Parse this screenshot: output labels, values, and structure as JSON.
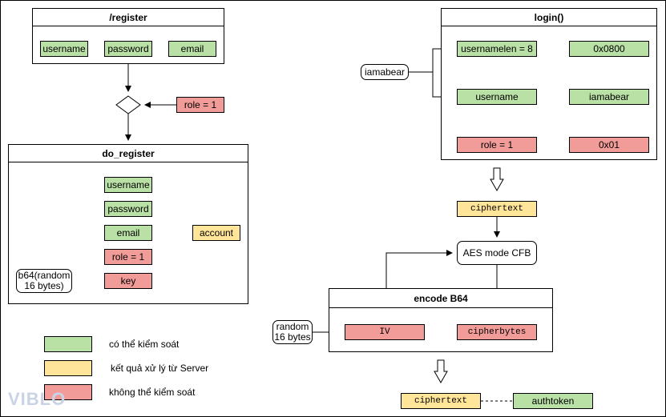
{
  "register": {
    "title": "/register",
    "username": "username",
    "password": "password",
    "email": "email"
  },
  "role_in": "role = 1",
  "do_register": {
    "title": "do_register",
    "username": "username",
    "password": "password",
    "email": "email",
    "role": "role = 1",
    "key": "key",
    "account": "account",
    "b64_random": "b64(random\n16 bytes)"
  },
  "login": {
    "title": "login()",
    "usernamelen": "usernamelen = 8",
    "usernamelen_val": "0x0800",
    "username": "username",
    "username_val": "iamabear",
    "role": "role = 1",
    "role_val": "0x01",
    "input": "iamabear"
  },
  "ciphertext_top": "ciphertext",
  "aes": "AES mode CFB",
  "encode": {
    "title": "encode B64",
    "iv": "IV",
    "cipherbytes": "cipherbytes"
  },
  "random16": "random\n16 bytes",
  "ciphertext_bottom": "ciphertext",
  "authtoken": "authtoken",
  "legend": {
    "green": "có thể kiểm soát",
    "yellow": "kết quả xử lý từ Server",
    "red": "không thể kiểm soát"
  },
  "watermark": "VIBLO",
  "colors": {
    "green": "#b9e0a5",
    "yellow": "#ffe599",
    "red": "#f19c99"
  }
}
